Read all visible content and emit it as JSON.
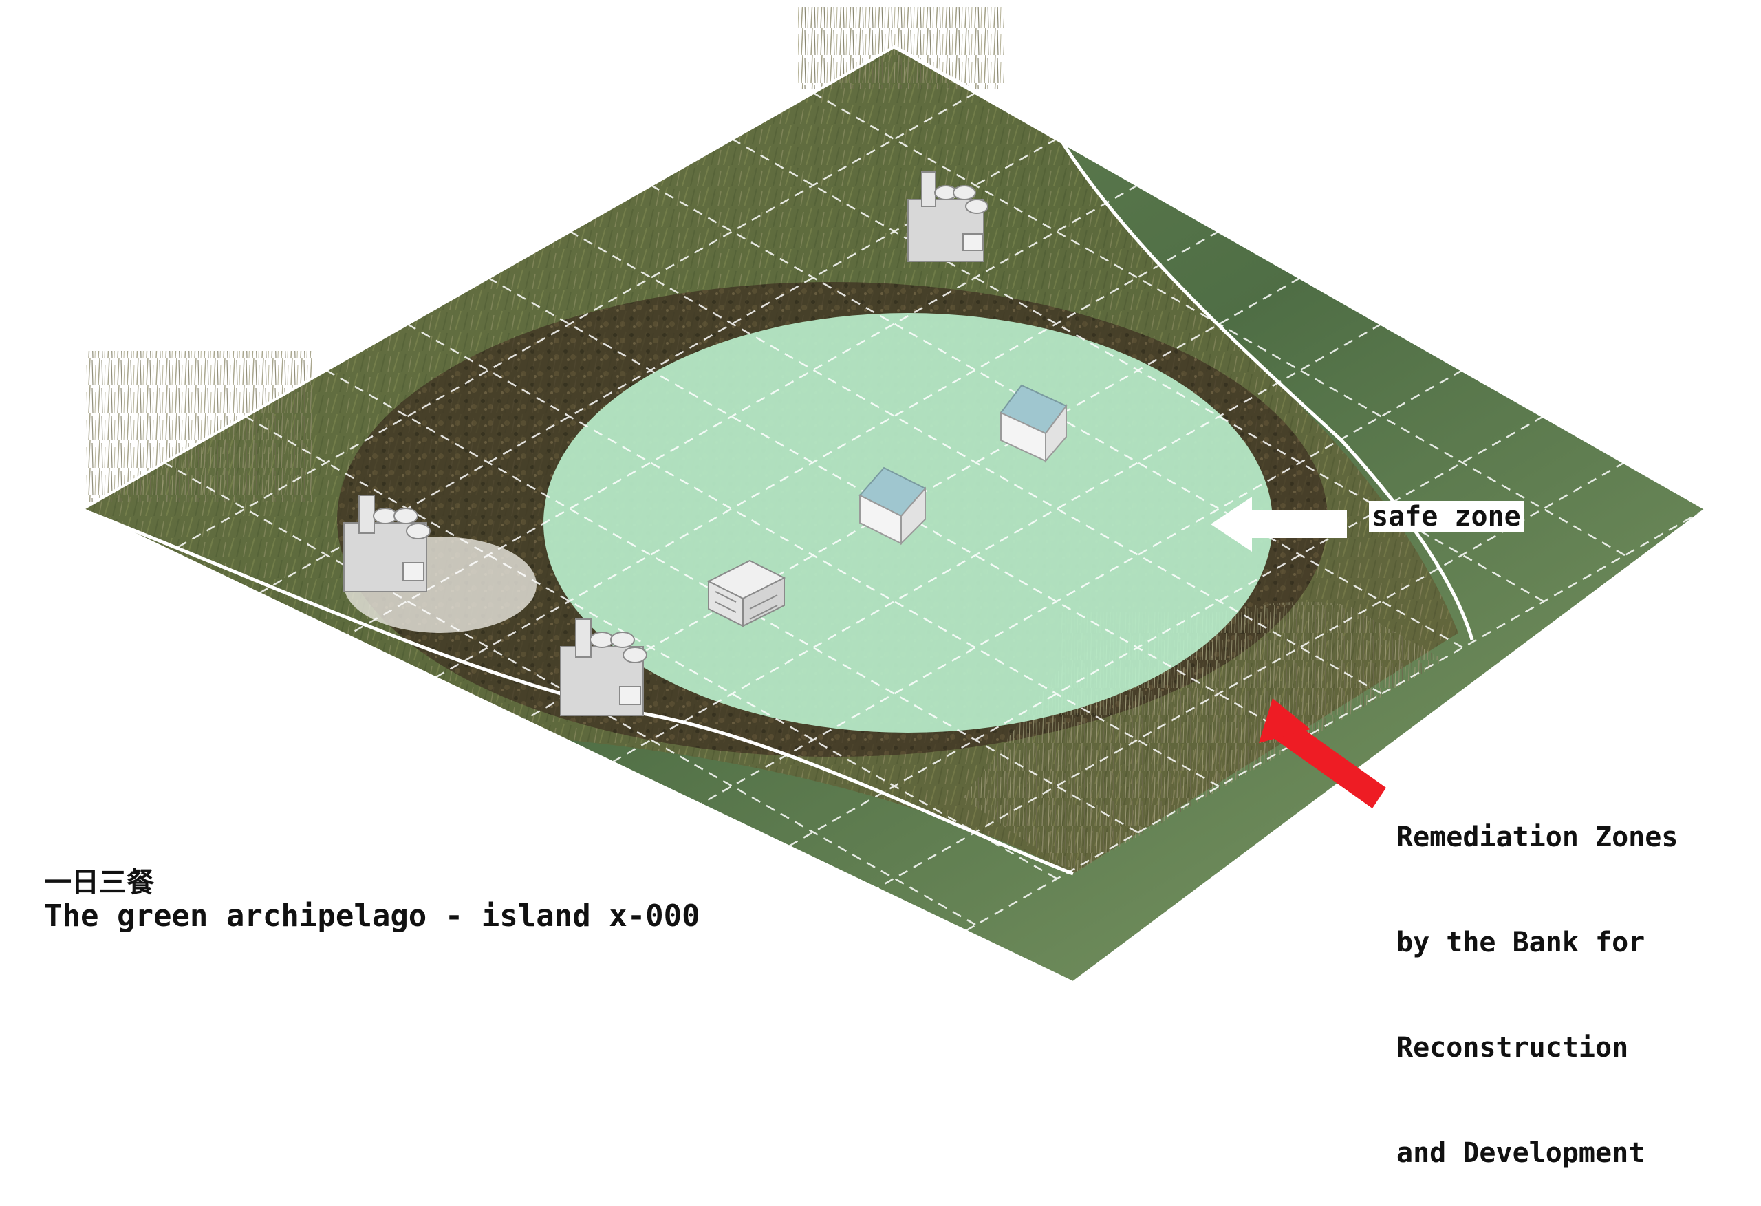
{
  "caption": {
    "title_cn": "一日三餐",
    "subtitle_en": "The green archipelago - island x-000"
  },
  "annotations": {
    "safe_zone": "safe zone",
    "remediation": [
      "Remediation Zones",
      "by the Bank for",
      "Reconstruction",
      "and Development"
    ]
  },
  "colors": {
    "safe_zone_fill": "#b8ecc9",
    "safe_arrow": "#ffffff",
    "remediation_arrow": "#ee1c24",
    "grid_line": "#ffffff",
    "boundary_line": "#ffffff",
    "water": "#5c7a4a",
    "marsh": "#6e6a42",
    "soil": "#3d3020"
  },
  "icons": [
    "factory-icon",
    "factory-icon",
    "factory-icon",
    "house-icon",
    "house-icon",
    "building-block-icon"
  ]
}
